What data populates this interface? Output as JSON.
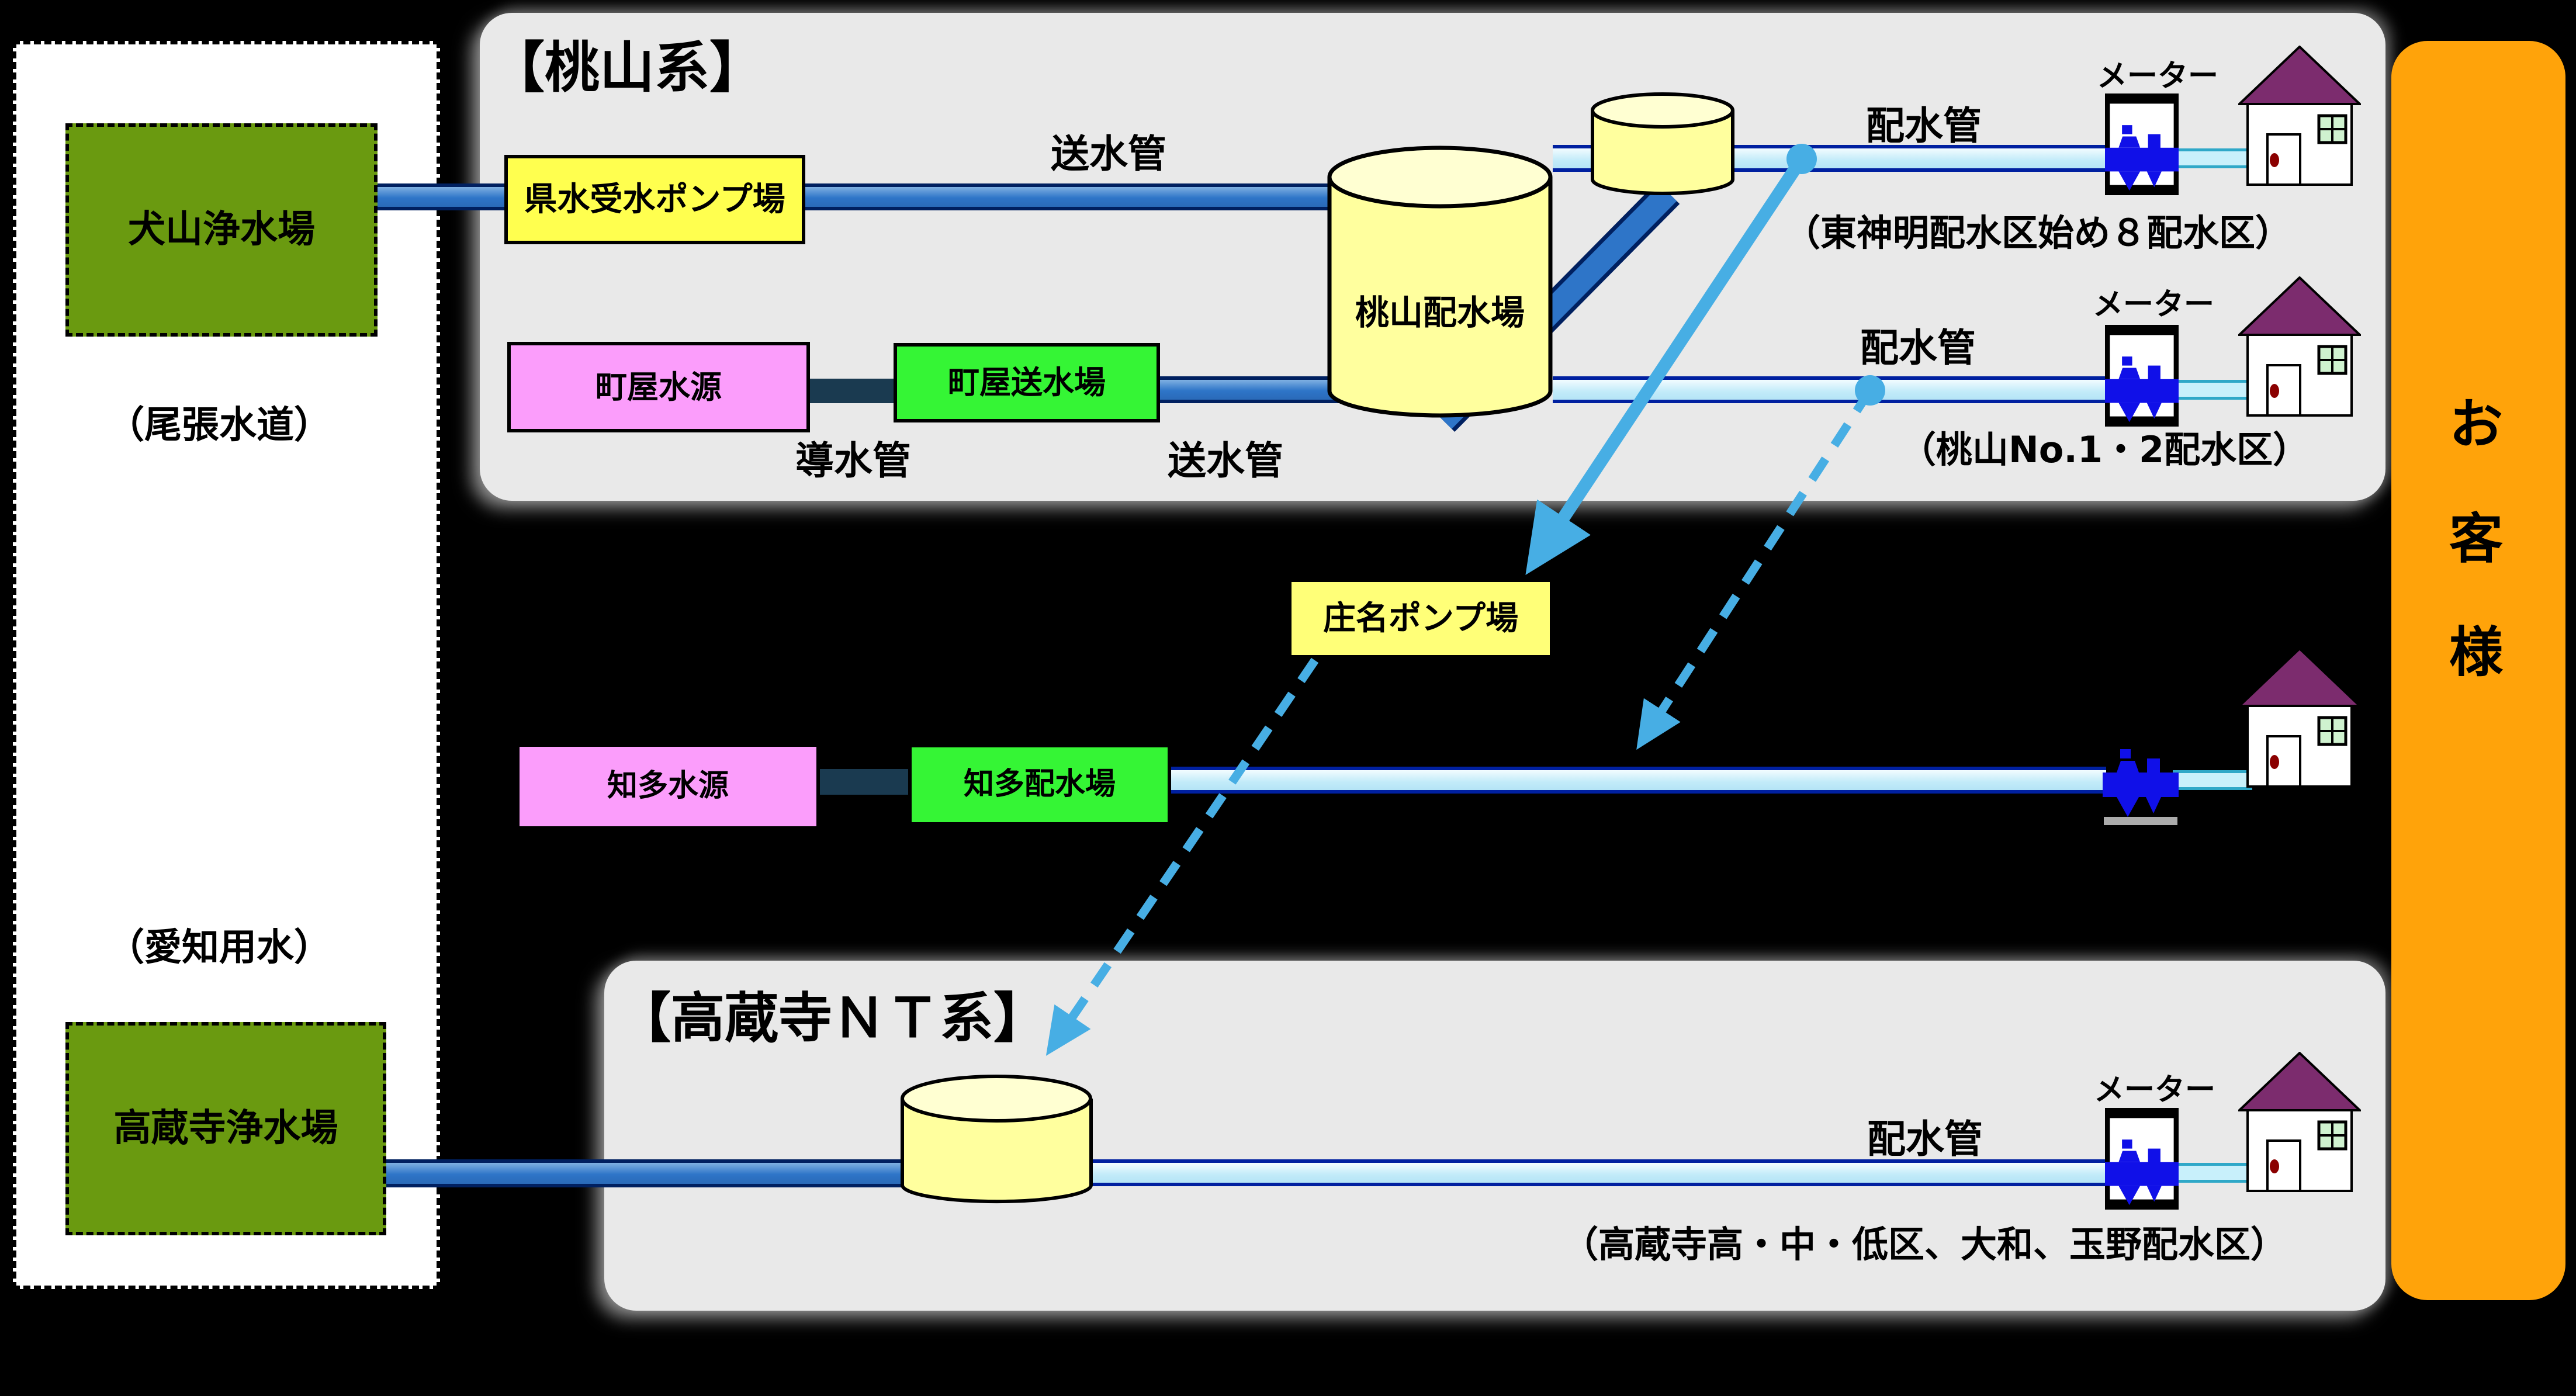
{
  "left_panel": {
    "inuyama_plant": "犬山浄水場",
    "owari_note": "（尾張水道）",
    "aichi_note": "（愛知用水）",
    "kozoji_plant": "高蔵寺浄水場"
  },
  "momoyama_system": {
    "title": "【桃山系】",
    "kensui_pump": "県水受水ポンプ場",
    "sosuikan_1": "送水管",
    "machiya_source": "町屋水源",
    "dosuikan": "導水管",
    "machiya_sosui": "町屋送水場",
    "sosuikan_2": "送水管",
    "momoyama_tank": "桃山配水場",
    "haisuikan_1": "配水管",
    "meter_1": "メーター",
    "district_1": "（東神明配水区始め８配水区）",
    "haisuikan_2": "配水管",
    "meter_2": "メーター",
    "district_2": "（桃山No.1・2配水区）"
  },
  "middle_system": {
    "shona_pump": "庄名ポンプ場",
    "chita_source": "知多水源",
    "chita_tank": "知多配水場"
  },
  "kozoji_system": {
    "title": "【高蔵寺ＮＴ系】",
    "haisuikan": "配水管",
    "meter": "メーター",
    "district": "（高蔵寺高・中・低区、大和、玉野配水区）"
  },
  "customer": {
    "label": "お客様",
    "chars": [
      "お",
      "客",
      "様"
    ]
  },
  "colors": {
    "panel_gray": "#E9E9E9",
    "plant_green": "#6A9A10",
    "facility_pink": "#FB9DFB",
    "facility_green": "#35F535",
    "pump_yellow": "#FFFF4F",
    "shona_yellow": "#FFFF78",
    "tank_yellow": "#FFFF9E",
    "pipe_blue": "#2E75C8",
    "pipe_pale": "#C8F0FB",
    "pipe_border_navy": "#002060",
    "raw_water_pipe": "#1A3A50",
    "arrow_sky": "#47AEE4",
    "meter_blue": "#1010E8",
    "roof_purple": "#7C2C6E",
    "customer_orange": "#FFA30A"
  }
}
